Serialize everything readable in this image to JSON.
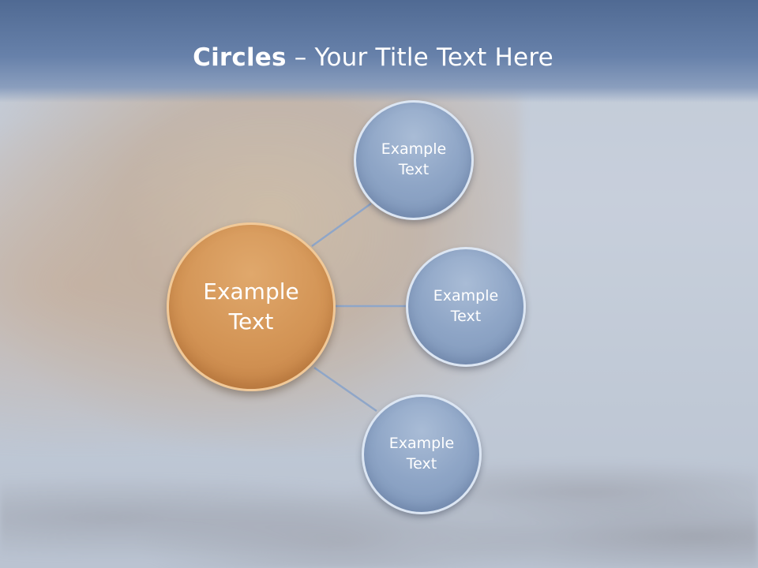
{
  "slide": {
    "title_bold": "Circles",
    "title_rest": " – Your Title Text Here"
  },
  "diagram": {
    "center": {
      "text": "Example\nText"
    },
    "satellites": [
      {
        "text": "Example\nText"
      },
      {
        "text": "Example\nText"
      },
      {
        "text": "Example\nText"
      }
    ]
  },
  "colors": {
    "header": "#5b7399",
    "center_fill": "#d39455",
    "satellite_fill": "#8ea5c6",
    "connector": "#8fa6c8",
    "text": "#ffffff"
  }
}
